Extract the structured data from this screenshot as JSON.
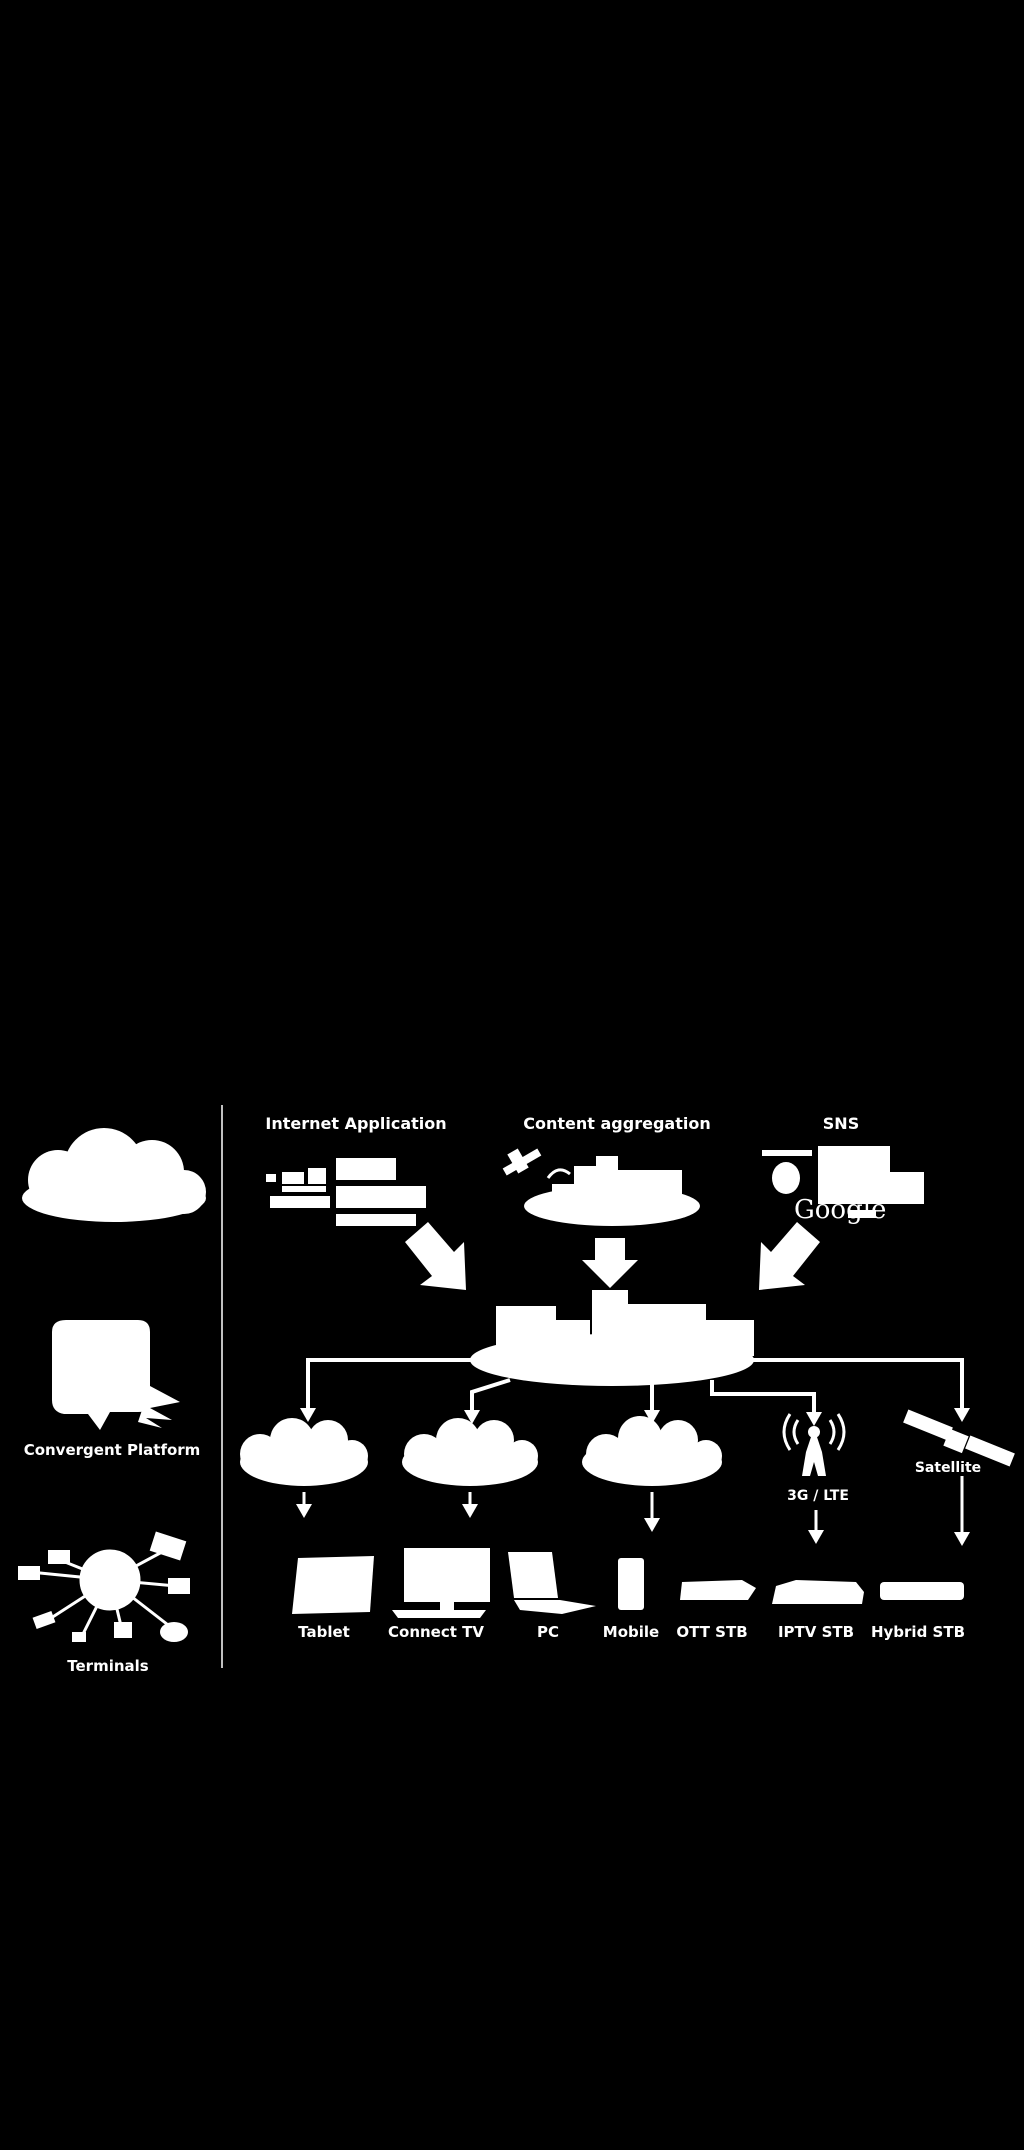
{
  "colors": {
    "background": "#000000",
    "foreground": "#ffffff"
  },
  "left_panel": {
    "convergent_platform": "Convergent Platform",
    "terminals": "Terminals"
  },
  "sources": {
    "internet_application": "Internet Application",
    "content_aggregation": "Content aggregation",
    "sns": "SNS"
  },
  "networks": {
    "lte": "3G / LTE",
    "satellite": "Satellite"
  },
  "terminals": {
    "tablet": "Tablet",
    "connect_tv": "Connect TV",
    "pc": "PC",
    "mobile": "Mobile",
    "ott_stb": "OTT STB",
    "iptv_stb": "IPTV STB",
    "hybrid_stb": "Hybrid STB"
  },
  "logos": {
    "google": "Google"
  }
}
